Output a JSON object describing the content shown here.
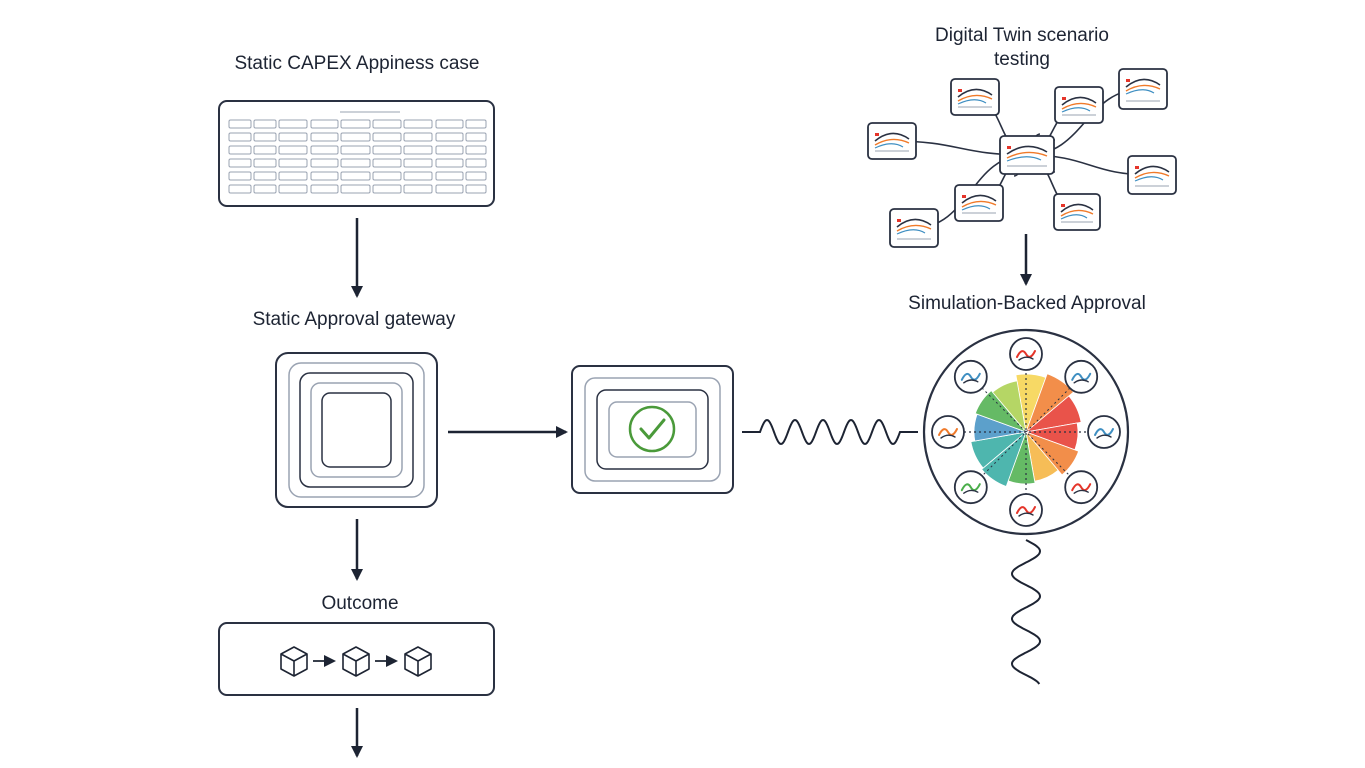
{
  "labels": {
    "capex_case": "Static CAPEX Appiness case",
    "static_gateway": "Static Approval gateway",
    "outcome": "Outcome",
    "digital_twin_line1": "Digital Twin scenario",
    "digital_twin_line2": "testing",
    "sim_approval": "Simulation-Backed Approval"
  },
  "colors": {
    "ink": "#1d2433",
    "frame": "#2a3142",
    "grid": "#9aa3b2",
    "check": "#4a9a3a",
    "wheel": [
      "#e5352a",
      "#f07a2a",
      "#f4b13a",
      "#f6d24a",
      "#a8cf4a",
      "#4aae4a",
      "#2fa9a0",
      "#3f8fc2"
    ]
  },
  "icons": {
    "check": "check-icon",
    "cube": "cube-icon",
    "network_node": "chart-node-icon"
  }
}
